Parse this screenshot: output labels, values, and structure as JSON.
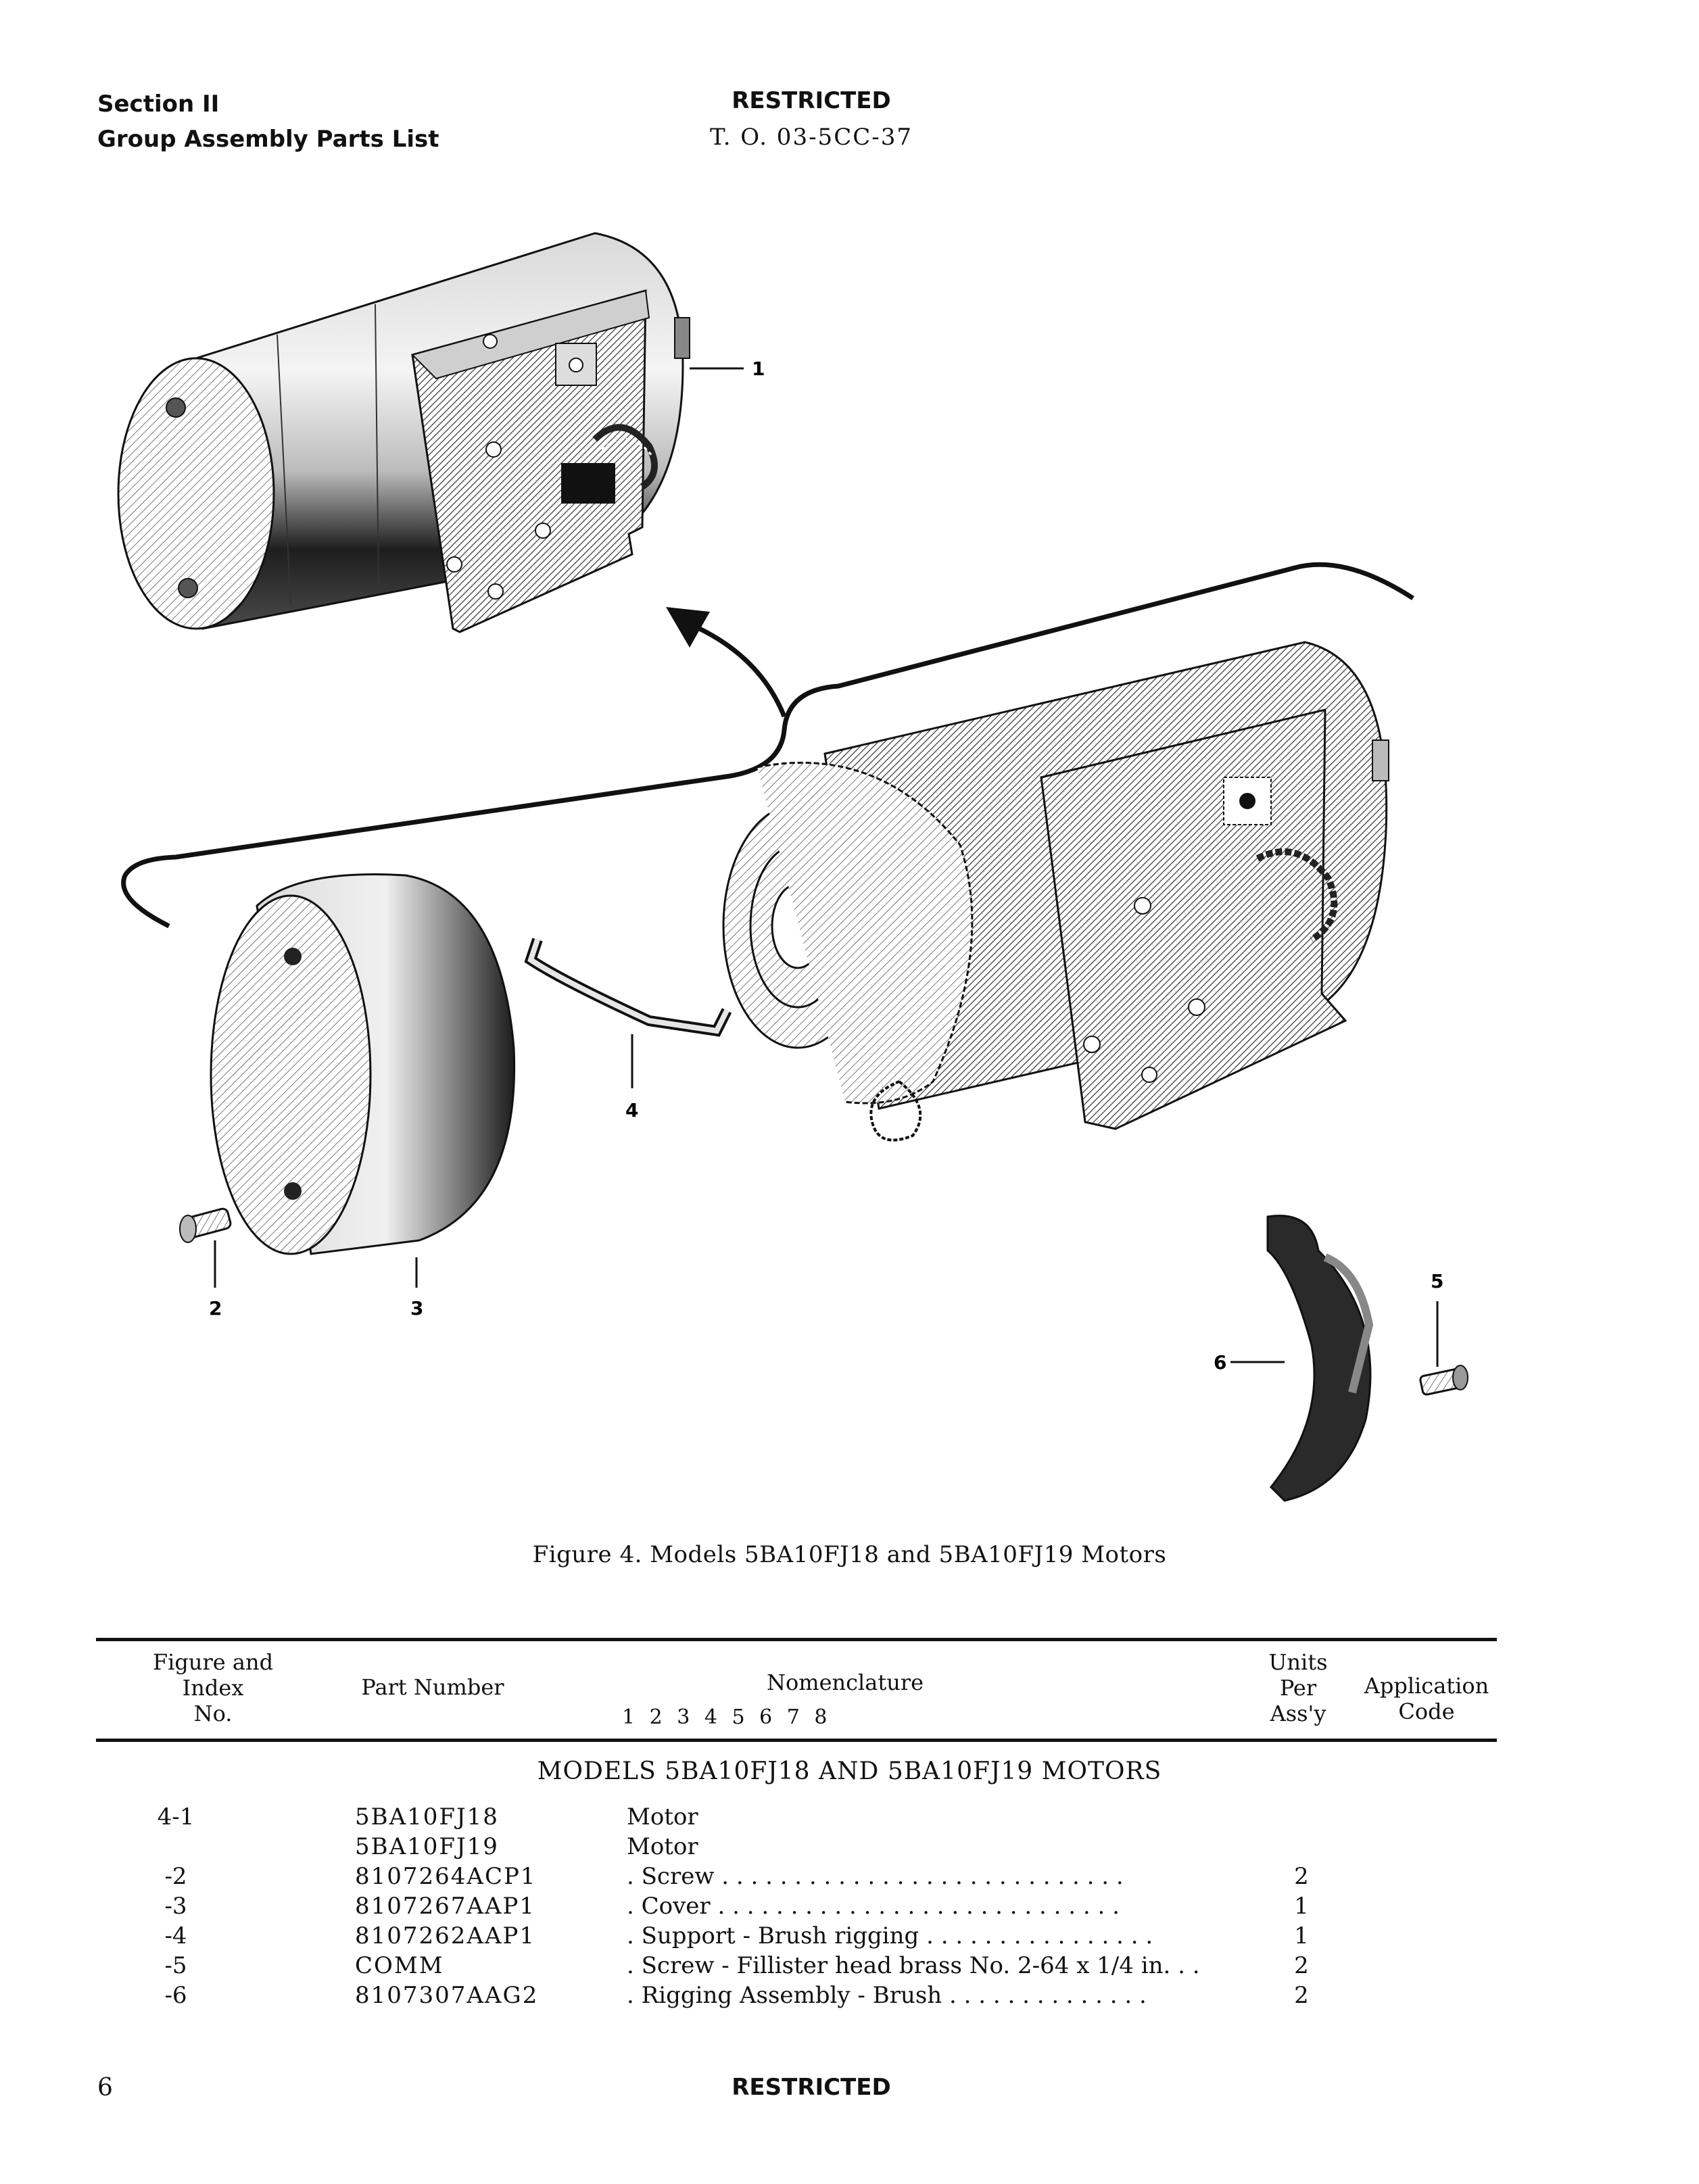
{
  "header": {
    "section": "Section II",
    "subtitle": "Group Assembly Parts List",
    "classification": "RESTRICTED",
    "to_number": "T. O. 03-5CC-37"
  },
  "figure": {
    "callouts": [
      "1",
      "2",
      "3",
      "4",
      "5",
      "6"
    ],
    "caption": "Figure 4.   Models 5BA10FJ18 and 5BA10FJ19 Motors"
  },
  "table": {
    "headers": {
      "figure_index": [
        "Figure and",
        "Index",
        "No."
      ],
      "part_number": "Part Number",
      "nomenclature": "Nomenclature",
      "indent_levels": "1  2  3  4  5  6  7  8",
      "units": [
        "Units",
        "Per",
        "Ass'y"
      ],
      "application": [
        "Application",
        "Code"
      ]
    },
    "section_title": "MODELS 5BA10FJ18 AND 5BA10FJ19 MOTORS",
    "rows": [
      {
        "index": "4-1",
        "part": "5BA10FJ18",
        "nomenclature": "Motor",
        "units": ""
      },
      {
        "index": "",
        "part": "5BA10FJ19",
        "nomenclature": "Motor",
        "units": ""
      },
      {
        "index": "-2",
        "part": "8107264ACP1",
        "nomenclature": ".   Screw . . . . . . . . . . . . . . . . . . . . . . . . . . . .",
        "units": "2"
      },
      {
        "index": "-3",
        "part": "8107267AAP1",
        "nomenclature": ".   Cover . . . . . . . . . . . . . . . . . . . . . . . . . . . .",
        "units": "1"
      },
      {
        "index": "-4",
        "part": "8107262AAP1",
        "nomenclature": ".   Support - Brush rigging . . . . . . . . . . . . . . . .",
        "units": "1"
      },
      {
        "index": "-5",
        "part": "COMM",
        "nomenclature": ".   Screw - Fillister head brass No. 2-64 x 1/4 in. . .",
        "units": "2"
      },
      {
        "index": "-6",
        "part": "8107307AAG2",
        "nomenclature": ".   Rigging Assembly - Brush . . . . . . . . . . . . . .",
        "units": "2"
      }
    ]
  },
  "footer": {
    "page": "6",
    "classification": "RESTRICTED"
  }
}
